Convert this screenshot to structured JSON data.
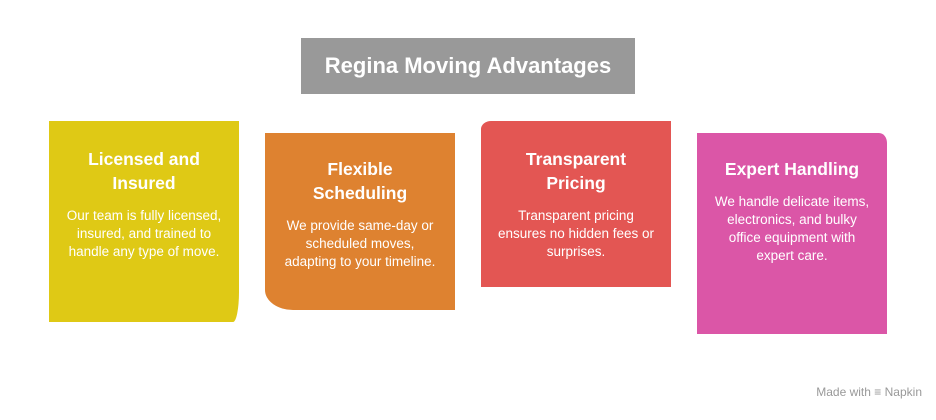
{
  "title": "Regina Moving Advantages",
  "cards": [
    {
      "title": "Licensed and Insured",
      "text": "Our team is fully licensed, insured, and trained to handle any type of move.",
      "color": "#dfc915"
    },
    {
      "title": "Flexible Scheduling",
      "text": "We provide same-day or scheduled moves, adapting to your timeline.",
      "color": "#de8230"
    },
    {
      "title": "Transparent Pricing",
      "text": "Transparent pricing ensures no hidden fees or surprises.",
      "color": "#e35653"
    },
    {
      "title": "Expert Handling",
      "text": "We handle delicate items, electronics, and bulky office equipment with expert care.",
      "color": "#db56a7"
    }
  ],
  "footer": {
    "made_with": "Made with",
    "brand": "Napkin"
  }
}
